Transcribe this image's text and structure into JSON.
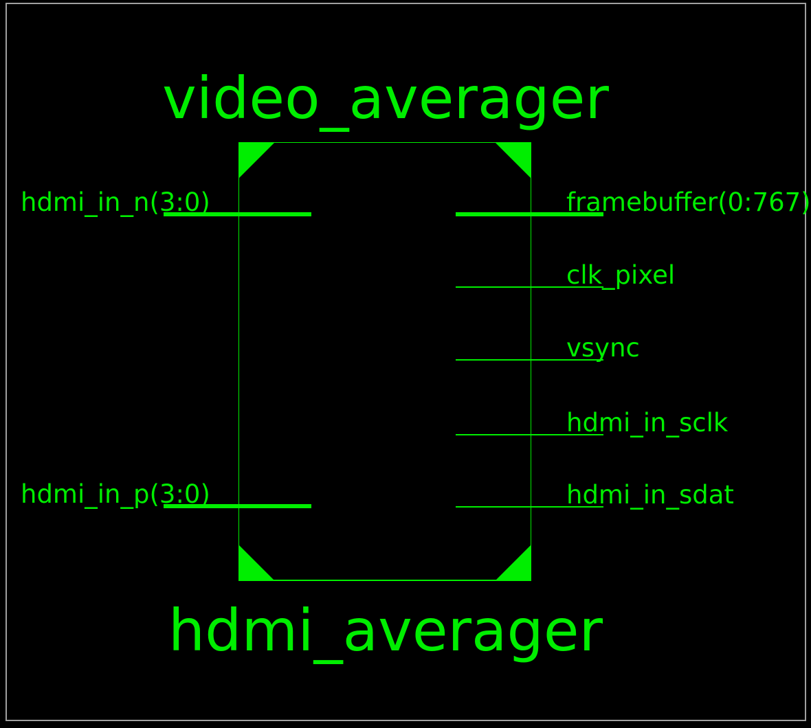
{
  "diagram": {
    "module_title": "video_averager",
    "instance_name": "hdmi_averager",
    "colors": {
      "accent_green": "#00ee00",
      "background": "#000000",
      "outer_frame_gray": "#a0a0a0"
    },
    "left_ports": [
      {
        "name": "hdmi_in_n(3:0)",
        "kind": "bus",
        "direction": "input"
      },
      {
        "name": "hdmi_in_p(3:0)",
        "kind": "bus",
        "direction": "input"
      }
    ],
    "right_ports": [
      {
        "name": "framebuffer(0:767)",
        "kind": "bus",
        "direction": "output"
      },
      {
        "name": "clk_pixel",
        "kind": "net",
        "direction": "output"
      },
      {
        "name": "vsync",
        "kind": "net",
        "direction": "output"
      },
      {
        "name": "hdmi_in_sclk",
        "kind": "net",
        "direction": "output"
      },
      {
        "name": "hdmi_in_sdat",
        "kind": "net",
        "direction": "output"
      }
    ]
  }
}
